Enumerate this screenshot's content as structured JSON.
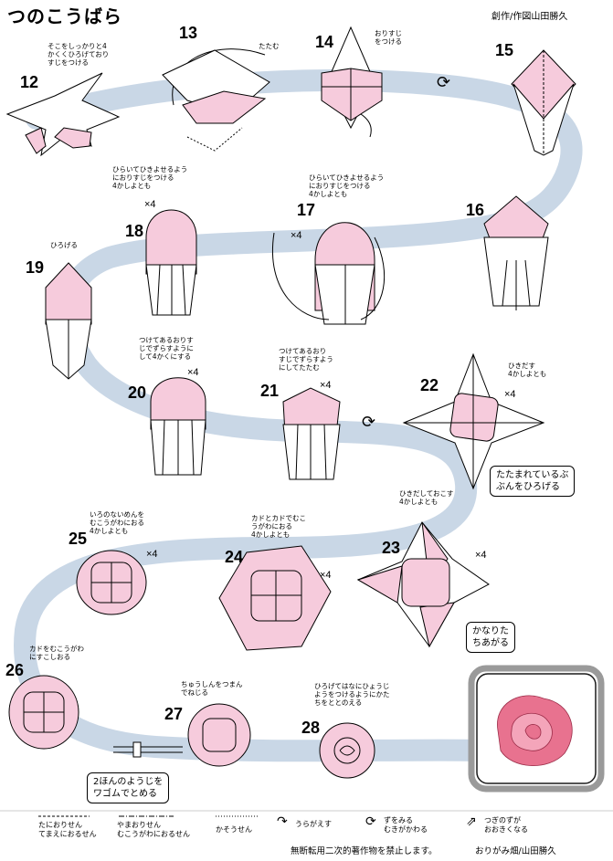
{
  "title": "つのこうばら",
  "credit": "創作/作図山田勝久",
  "colors": {
    "band": "#c9d7e6",
    "paper_pink": "#f6cbdc",
    "line": "#000000",
    "rose": "#e8728f"
  },
  "steps": [
    {
      "num": "12",
      "note": "そこをしっかりと4\nかくくひろげており\nすじをつける"
    },
    {
      "num": "13",
      "note": "たたむ"
    },
    {
      "num": "14",
      "note": "おりすじ\nをつける"
    },
    {
      "num": "15",
      "note": ""
    },
    {
      "num": "16",
      "note": ""
    },
    {
      "num": "17",
      "note": "ひらいてひきよせるよう\nにおりすじをつける\n4かしよとも",
      "times": "×4"
    },
    {
      "num": "18",
      "note": "ひらいてひきよせるよう\nにおりすじをつける\n4かしよとも",
      "times": "×4"
    },
    {
      "num": "19",
      "note": "ひろげる"
    },
    {
      "num": "20",
      "note": "つけてあるおりす\nじでずらすように\nして4かくにする",
      "times": "×4"
    },
    {
      "num": "21",
      "note": "つけてあるおり\nすじでずらすよう\nにしてたたむ",
      "times": "×4"
    },
    {
      "num": "22",
      "note": "ひきだす\n4かしよとも",
      "times": "×4",
      "callout": "たたまれているぶ\nぶんをひろげる"
    },
    {
      "num": "23",
      "note": "ひきだしておこす\n4かしよとも",
      "times": "×4",
      "callout": "かなりた\nちあがる"
    },
    {
      "num": "24",
      "note": "カドとカドでむこ\nうがわにおる\n4かしよとも",
      "times": "×4"
    },
    {
      "num": "25",
      "note": "いろのないめんを\nむこうがわにおる\n4かしよとも",
      "times": "×4"
    },
    {
      "num": "26",
      "note": "カドをむこうがわ\nにすこしおる"
    },
    {
      "num": "27",
      "note": "ちゅうしんをつまん\nでねじる",
      "callout": "2ほんのようじを\nワゴムでとめる"
    },
    {
      "num": "28",
      "note": "ひろげてはなにひょうじ\nようをつけるようにかた\nちをととのえる"
    }
  ],
  "legend": [
    {
      "label": "たにおりせん\nてまえにおるせん"
    },
    {
      "label": "やまおりせん\nむこうがわにおるせん"
    },
    {
      "label": "かそうせん"
    },
    {
      "label": "うらがえす"
    },
    {
      "label": "ずをみる\nむきがかわる"
    },
    {
      "label": "つぎのずが\nおおきくなる"
    }
  ],
  "footer": {
    "notice": "無断転用二次的著作物を禁止します。",
    "author": "おりがみ畑/山田勝久"
  }
}
